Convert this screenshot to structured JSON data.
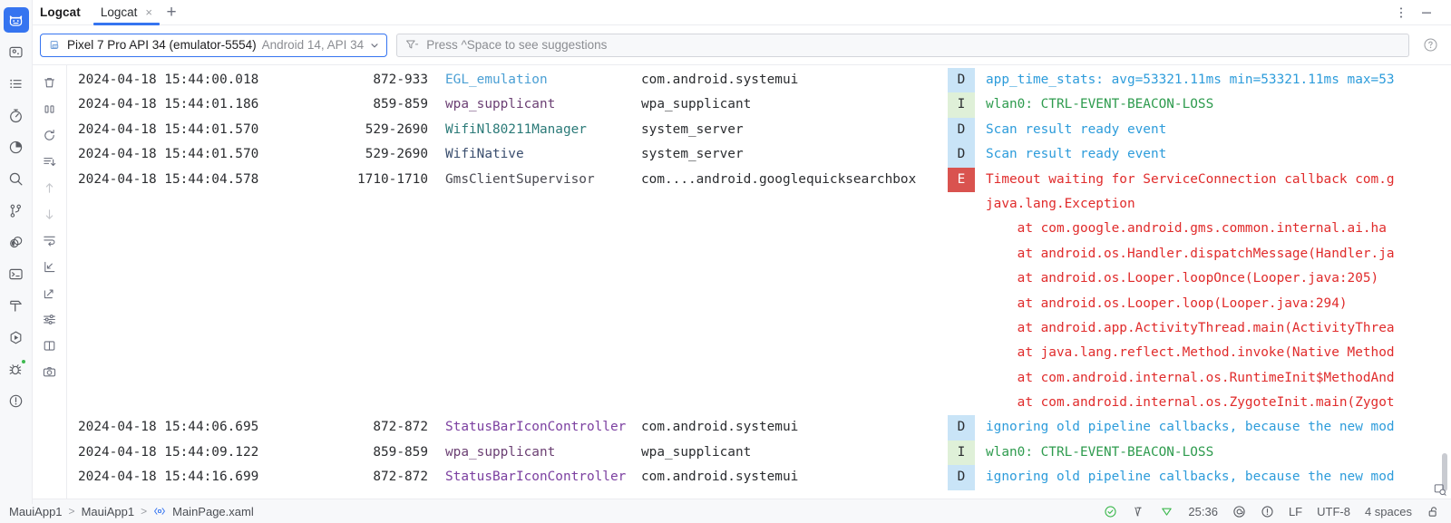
{
  "window": {
    "panel_title": "Logcat",
    "tabs": [
      {
        "label": "Logcat",
        "active": true,
        "closable": true
      }
    ],
    "add_tab_label": "+",
    "close_label": "×",
    "more_options_icon": "vertical-dots-icon",
    "minimize_icon": "minimize-icon"
  },
  "toolbar": {
    "device": {
      "icon": "device-icon",
      "name": "Pixel 7 Pro API 34 (emulator-5554)",
      "sub": "Android 14, API 34",
      "caret_icon": "chevron-down-icon"
    },
    "filter": {
      "icon": "filter-icon",
      "placeholder": "Press ^Space to see suggestions",
      "value": ""
    },
    "help_icon": "help-circle-icon"
  },
  "stripe_items": [
    {
      "name": "logcat",
      "icon": "cat-icon",
      "selected": true
    },
    {
      "name": "device-explorer",
      "icon": "device-explorer-icon",
      "selected": false
    },
    {
      "name": "build-variants",
      "icon": "list-icon",
      "selected": false
    },
    {
      "name": "profiler",
      "icon": "stopwatch-icon",
      "selected": false
    },
    {
      "name": "app-inspection",
      "icon": "pie-chart-icon",
      "selected": false
    },
    {
      "name": "find",
      "icon": "search-icon",
      "selected": false
    },
    {
      "name": "version-control",
      "icon": "branch-icon",
      "selected": false
    },
    {
      "name": "app-quality",
      "icon": "rings-icon",
      "selected": false
    },
    {
      "name": "terminal",
      "icon": "terminal-icon",
      "selected": false
    },
    {
      "name": "build",
      "icon": "hammer-icon",
      "selected": false
    },
    {
      "name": "run",
      "icon": "run-icon",
      "selected": false
    },
    {
      "name": "debug",
      "icon": "bug-icon",
      "selected": false,
      "badge": true
    },
    {
      "name": "problems",
      "icon": "warning-circle-icon",
      "selected": false
    }
  ],
  "log_toolbar": [
    {
      "name": "clear-logcat",
      "icon": "trash-icon",
      "disabled": false
    },
    {
      "name": "pause-logcat",
      "icon": "pause-icon",
      "disabled": false
    },
    {
      "name": "restart-logcat",
      "icon": "restart-icon",
      "disabled": false
    },
    {
      "name": "scroll-to-end",
      "icon": "scroll-end-icon",
      "disabled": false
    },
    {
      "name": "previous-match",
      "icon": "arrow-up-icon",
      "disabled": true
    },
    {
      "name": "next-match",
      "icon": "arrow-down-icon",
      "disabled": true
    },
    {
      "name": "soft-wrap",
      "icon": "soft-wrap-icon",
      "disabled": false
    },
    {
      "name": "collapse-all",
      "icon": "collapse-icon",
      "disabled": false
    },
    {
      "name": "expand-all",
      "icon": "expand-icon",
      "disabled": false
    },
    {
      "name": "configure-view",
      "icon": "sliders-icon",
      "disabled": false
    },
    {
      "name": "split-panel",
      "icon": "split-icon",
      "disabled": false
    },
    {
      "name": "screenshot",
      "icon": "camera-icon",
      "disabled": false
    }
  ],
  "log": {
    "columns": [
      "timestamp",
      "pid",
      "tag",
      "package",
      "level",
      "message"
    ],
    "tag_colors": {
      "EGL_emulation": "#4a9fd4",
      "wpa_supplicant": "#6b3f73",
      "WifiNl80211Manager": "#2b7a78",
      "WifiNative": "#3a4e6e",
      "GmsClientSupervisor": "#4a4a52",
      "StatusBarIconController": "#7b3fa0"
    },
    "level_colors": {
      "D": {
        "bg": "#c9e4f7",
        "fg": "#2b2d30",
        "msg": "#2d9cdb"
      },
      "I": {
        "bg": "#dff0d8",
        "fg": "#2b2d30",
        "msg": "#2e9b4e"
      },
      "E": {
        "bg": "#d9534f",
        "fg": "#ffffff",
        "msg": "#e02b2b"
      }
    },
    "rows": [
      {
        "timestamp": "2024-04-18 15:44:00.018",
        "pid": "872-933",
        "tag": "EGL_emulation",
        "package": "com.android.systemui",
        "level": "D",
        "message": "app_time_stats: avg=53321.11ms min=53321.11ms max=53"
      },
      {
        "timestamp": "2024-04-18 15:44:01.186",
        "pid": "859-859",
        "tag": "wpa_supplicant",
        "package": "wpa_supplicant",
        "level": "I",
        "message": "wlan0: CTRL-EVENT-BEACON-LOSS"
      },
      {
        "timestamp": "2024-04-18 15:44:01.570",
        "pid": "529-2690",
        "tag": "WifiNl80211Manager",
        "package": "system_server",
        "level": "D",
        "message": "Scan result ready event"
      },
      {
        "timestamp": "2024-04-18 15:44:01.570",
        "pid": "529-2690",
        "tag": "WifiNative",
        "package": "system_server",
        "level": "D",
        "message": "Scan result ready event"
      },
      {
        "timestamp": "2024-04-18 15:44:04.578",
        "pid": "1710-1710",
        "tag": "GmsClientSupervisor",
        "package": "com....android.googlequicksearchbox",
        "level": "E",
        "message": "Timeout waiting for ServiceConnection callback com.g"
      },
      {
        "continuation": true,
        "message": "java.lang.Exception"
      },
      {
        "continuation": true,
        "message": "    at com.google.android.gms.common.internal.ai.ha"
      },
      {
        "continuation": true,
        "message": "    at android.os.Handler.dispatchMessage(Handler.ja"
      },
      {
        "continuation": true,
        "message": "    at android.os.Looper.loopOnce(Looper.java:205)"
      },
      {
        "continuation": true,
        "message": "    at android.os.Looper.loop(Looper.java:294)"
      },
      {
        "continuation": true,
        "message": "    at android.app.ActivityThread.main(ActivityThrea"
      },
      {
        "continuation": true,
        "message": "    at java.lang.reflect.Method.invoke(Native Method"
      },
      {
        "continuation": true,
        "message": "    at com.android.internal.os.RuntimeInit$MethodAnd"
      },
      {
        "continuation": true,
        "message": "    at com.android.internal.os.ZygoteInit.main(Zygot"
      },
      {
        "timestamp": "2024-04-18 15:44:06.695",
        "pid": "872-872",
        "tag": "StatusBarIconController",
        "package": "com.android.systemui",
        "level": "D",
        "message": "ignoring old pipeline callbacks, because the new mod"
      },
      {
        "timestamp": "2024-04-18 15:44:09.122",
        "pid": "859-859",
        "tag": "wpa_supplicant",
        "package": "wpa_supplicant",
        "level": "I",
        "message": "wlan0: CTRL-EVENT-BEACON-LOSS"
      },
      {
        "timestamp": "2024-04-18 15:44:16.699",
        "pid": "872-872",
        "tag": "StatusBarIconController",
        "package": "com.android.systemui",
        "level": "D",
        "message": "ignoring old pipeline callbacks, because the new mod"
      }
    ]
  },
  "statusbar": {
    "breadcrumbs": [
      {
        "label": "MauiApp1",
        "icon": null
      },
      {
        "label": "MauiApp1",
        "icon": null
      },
      {
        "label": "MainPage.xaml",
        "icon": "xaml-file-icon"
      }
    ],
    "separator": ">",
    "right_items": [
      {
        "name": "inspections-ok",
        "icon": "check-circle-icon",
        "label": "",
        "color": "#3fb950"
      },
      {
        "name": "code-vision",
        "icon": "squiggle-icon",
        "label": "",
        "color": "#5a5d63"
      },
      {
        "name": "highlight-level",
        "icon": "funnel-icon",
        "label": "",
        "color": "#3fb950"
      },
      {
        "name": "caret-position",
        "icon": null,
        "label": "25:36",
        "color": "#5a5d63"
      },
      {
        "name": "at-icon",
        "icon": "at-icon",
        "label": "",
        "color": "#5a5d63"
      },
      {
        "name": "notifications",
        "icon": "warning-circle-icon",
        "label": "",
        "color": "#5a5d63"
      },
      {
        "name": "line-separator",
        "icon": null,
        "label": "LF",
        "color": "#5a5d63"
      },
      {
        "name": "file-encoding",
        "icon": null,
        "label": "UTF-8",
        "color": "#5a5d63"
      },
      {
        "name": "indent-setting",
        "icon": null,
        "label": "4 spaces",
        "color": "#5a5d63"
      },
      {
        "name": "read-only-lock",
        "icon": "lock-open-icon",
        "label": "",
        "color": "#5a5d63"
      }
    ]
  }
}
